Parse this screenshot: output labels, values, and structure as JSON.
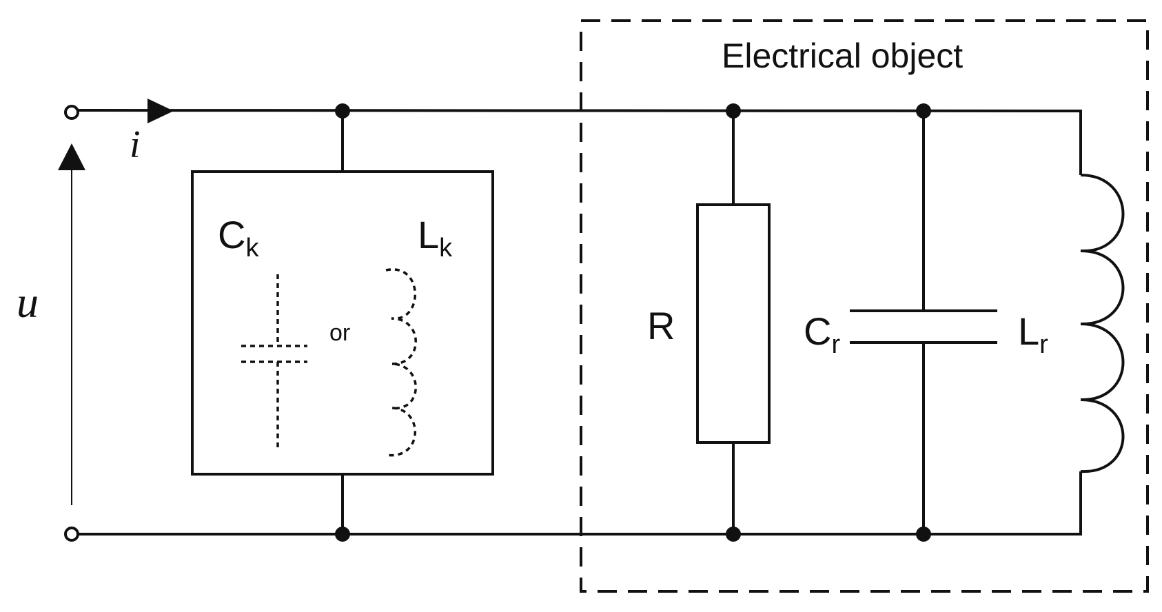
{
  "region": {
    "title": "Electrical object"
  },
  "source": {
    "voltage_label": "u",
    "current_label": "i"
  },
  "test_element": {
    "capacitor": {
      "symbol": "C",
      "subscript": "k"
    },
    "inductor": {
      "symbol": "L",
      "subscript": "k"
    },
    "connector_word": "or"
  },
  "object_elements": {
    "resistor": {
      "symbol": "R"
    },
    "capacitor": {
      "symbol": "C",
      "subscript": "r"
    },
    "inductor": {
      "symbol": "L",
      "subscript": "r"
    }
  }
}
